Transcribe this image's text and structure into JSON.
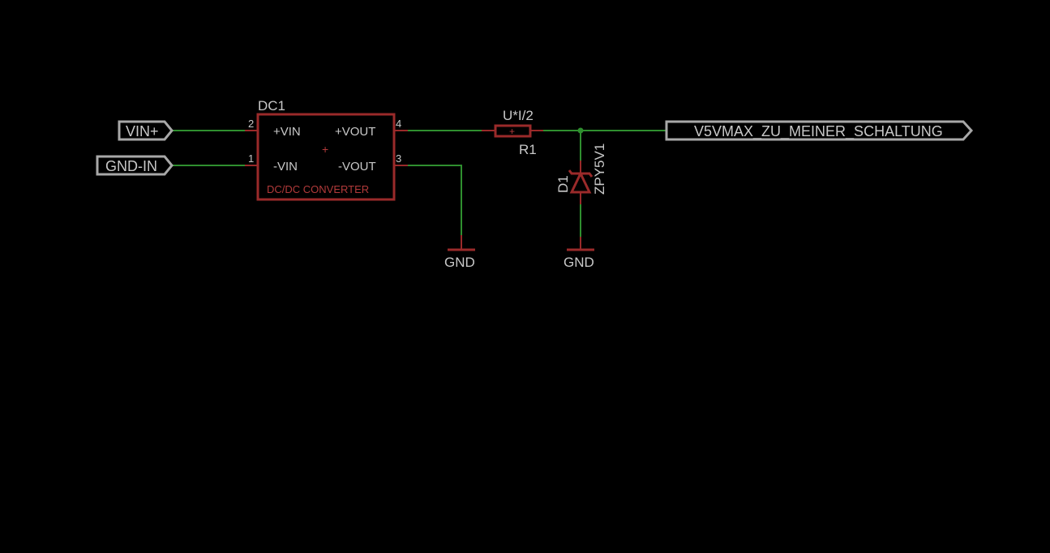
{
  "ports": {
    "vin": "VIN+",
    "gnd_in": "GND-IN",
    "vout": "V5VMAX_ZU_MEINER_SCHALTUNG"
  },
  "dc1": {
    "name": "DC1",
    "value": "DC/DC CONVERTER",
    "origin_mark": "+",
    "pins": {
      "vin_plus": "+VIN",
      "vin_minus": "-VIN",
      "vout_plus": "+VOUT",
      "vout_minus": "-VOUT",
      "num_2": "2",
      "num_1": "1",
      "num_4": "4",
      "num_3": "3"
    }
  },
  "r1": {
    "name": "R1",
    "value": "U*I/2",
    "origin_mark": "+"
  },
  "d1": {
    "name": "D1",
    "value": "ZPY5V1"
  },
  "gnd": {
    "label_1": "GND",
    "label_2": "GND"
  },
  "colors": {
    "background": "#000000",
    "wire": "#2f8f2f",
    "part": "#9a2a2a",
    "label": "#c8c8c8",
    "port": "#a8a8a8"
  }
}
